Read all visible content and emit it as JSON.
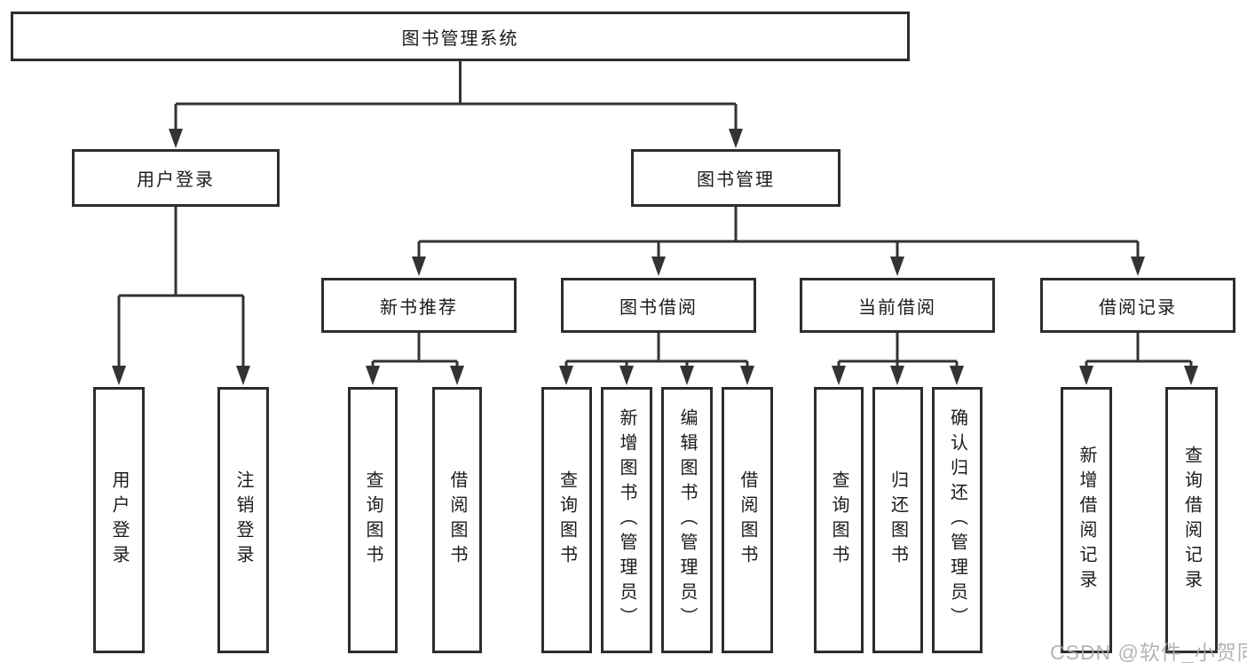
{
  "colors": {
    "line": "#333333",
    "box_border": "#2d2d2d",
    "box_fill": "#ffffff",
    "text": "#1b1b1b",
    "watermark": "#a8a8a8"
  },
  "diagram": {
    "root": {
      "label": "图书管理系统"
    },
    "level2": {
      "user_login": {
        "label": "用户登录"
      },
      "book_mgmt": {
        "label": "图书管理"
      }
    },
    "level3": {
      "new_book_rec": {
        "label": "新书推荐"
      },
      "book_borrow": {
        "label": "图书借阅"
      },
      "current_borrow": {
        "label": "当前借阅"
      },
      "borrow_records": {
        "label": "借阅记录"
      }
    },
    "leaves": {
      "ul_user_login": {
        "label": "用户登录"
      },
      "ul_logout": {
        "label": "注销登录"
      },
      "nb_query": {
        "label": "查询图书"
      },
      "nb_borrow": {
        "label": "借阅图书"
      },
      "bb_query": {
        "label": "查询图书"
      },
      "bb_add": {
        "label": "新增图书（管理员）"
      },
      "bb_edit": {
        "label": "编辑图书（管理员）"
      },
      "bb_borrow": {
        "label": "借阅图书"
      },
      "cb_query": {
        "label": "查询图书"
      },
      "cb_return": {
        "label": "归还图书"
      },
      "cb_confirm": {
        "label": "确认归还（管理员）"
      },
      "br_add": {
        "label": "新增借阅记录"
      },
      "br_query": {
        "label": "查询借阅记录"
      }
    }
  },
  "watermark": {
    "text": "CSDN @软件_小贺同学"
  }
}
